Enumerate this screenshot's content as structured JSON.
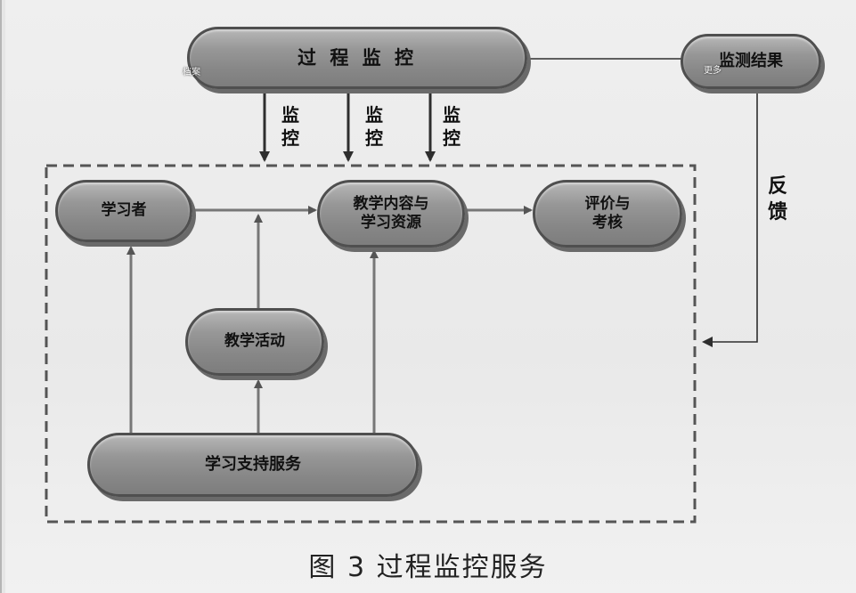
{
  "nodes": {
    "process_monitoring": "过 程 监 控",
    "monitoring_results": "监测结果",
    "learner": "学习者",
    "content_resources": "教学内容与\n学习资源",
    "evaluation": "评价与\n考核",
    "teaching_activities": "教学活动",
    "support_services": "学习支持服务"
  },
  "edge_labels": {
    "monitor_1": "监\n控",
    "monitor_2": "监\n控",
    "monitor_3": "监\n控",
    "feedback": "反\n馈"
  },
  "caption": "图 3   过程监控服务",
  "overlay": {
    "left": "档案",
    "right": "更多"
  },
  "colors": {
    "node_fill": "#8f8f8f",
    "node_border": "#4f4f4f",
    "arrow": "#6e6e6e",
    "dashed_border": "#555555",
    "line": "#2e2e2e"
  }
}
